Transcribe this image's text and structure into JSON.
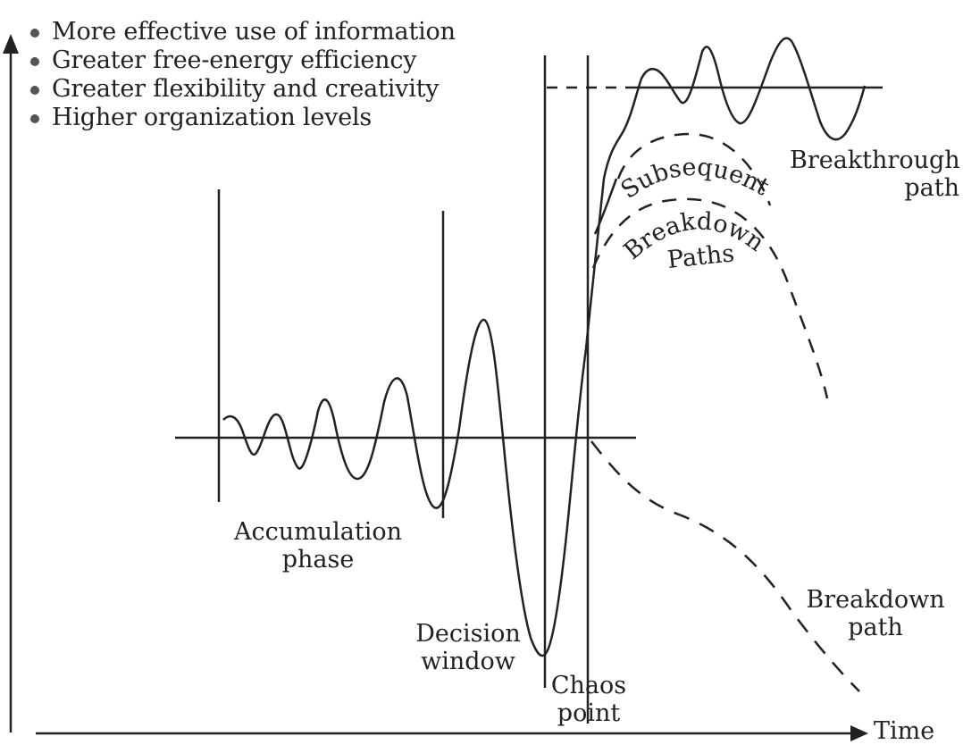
{
  "bullets": [
    "More effective use of information",
    "Greater free-energy efficiency",
    "Greater flexibility and creativity",
    "Higher organization levels"
  ],
  "labels": {
    "accumulation": [
      "Accumulation",
      "phase"
    ],
    "decision": [
      "Decision",
      "window"
    ],
    "chaos": [
      "Chaos",
      "point"
    ],
    "breakthrough": [
      "Breakthrough",
      "path"
    ],
    "breakdown": [
      "Breakdown",
      "path"
    ],
    "subsequent_line1": "Subsequent",
    "subsequent_line2": "Breakdown",
    "subsequent_line3": "Paths",
    "time_axis": "Time"
  },
  "colors": {
    "ink": "#222222",
    "bullet": "#555555"
  }
}
